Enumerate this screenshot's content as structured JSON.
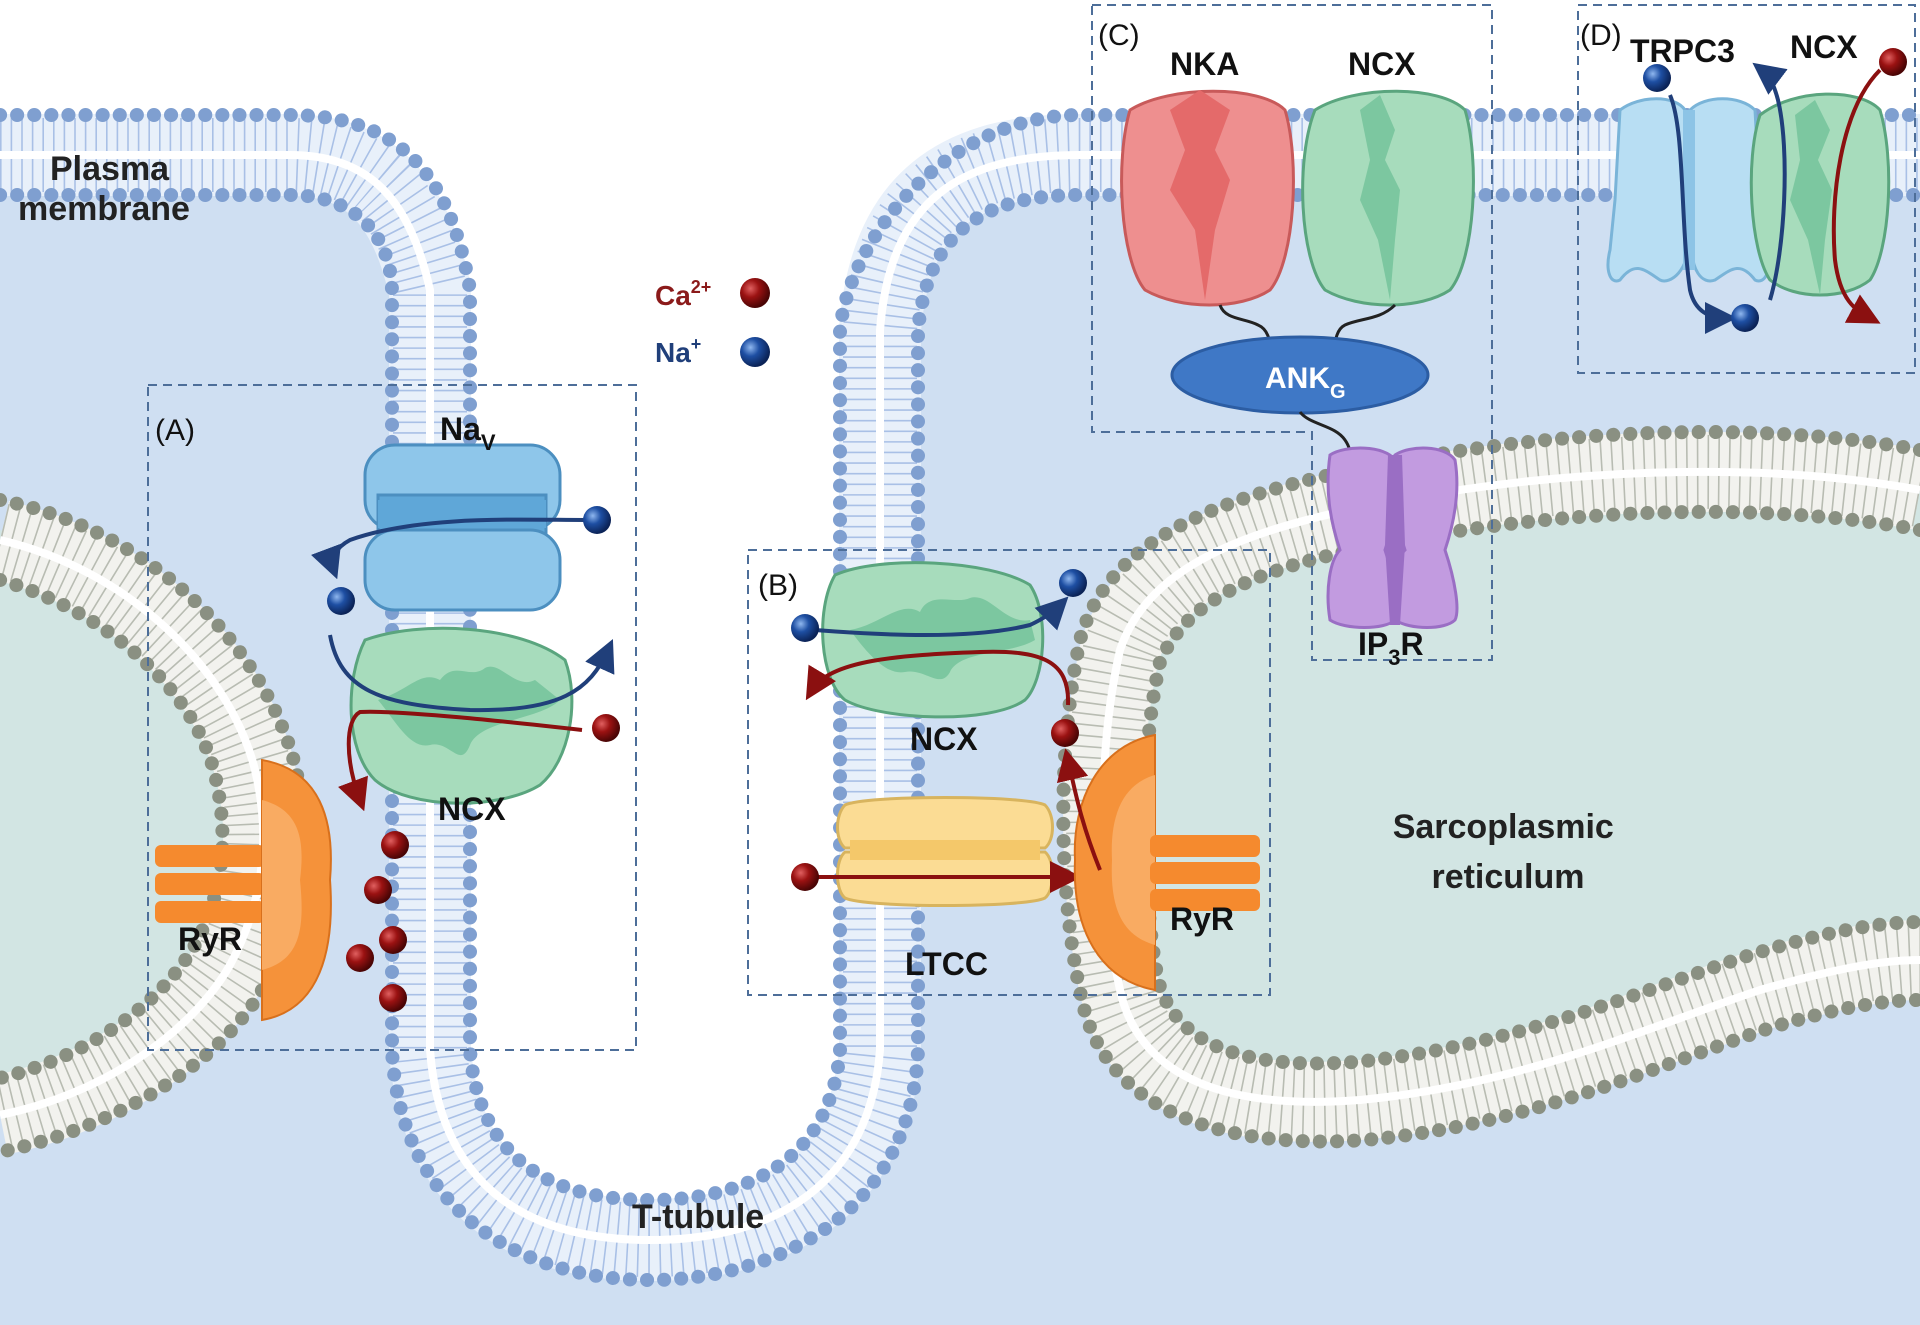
{
  "labels": {
    "plasma_membrane_line1": "Plasma",
    "plasma_membrane_line2": "membrane",
    "t_tubule": "T-tubule",
    "sr_line1": "Sarcoplasmic",
    "sr_line2": "reticulum",
    "legend_ca": "Ca",
    "legend_ca_sup": "2+",
    "legend_na": "Na",
    "legend_na_sup": "+"
  },
  "panels": {
    "A": {
      "tag": "(A)",
      "nav": "Na",
      "nav_sub": "V",
      "ncx": "NCX",
      "ryr": "RyR"
    },
    "B": {
      "tag": "(B)",
      "ncx": "NCX",
      "ltcc": "LTCC",
      "ryr": "RyR"
    },
    "C": {
      "tag": "(C)",
      "nka": "NKA",
      "ncx": "NCX",
      "ank": "ANK",
      "ank_sub": "G",
      "ip3r": "IP",
      "ip3r_sub": "3",
      "ip3r_end": "R"
    },
    "D": {
      "tag": "(D)",
      "trpc3": "TRPC3",
      "ncx": "NCX"
    }
  },
  "colors": {
    "cytosol": "#cfdff2",
    "membrane_head": "#7f9fd0",
    "sr_head": "#8a9082",
    "sr_lumen": "#d2e5e3",
    "ca_ion": "#9b1212",
    "na_ion": "#1e4fa3",
    "ca_arrow": "#8b1010",
    "na_arrow": "#203f7a",
    "ncx": "#a7dcbc",
    "nka": "#ee8f8f",
    "nav": "#8ec6ea",
    "ryr": "#f5923a",
    "ltcc": "#fbdc94",
    "ip3r": "#c29be0",
    "ank": "#3f78c6",
    "trpc3": "#b8def3"
  }
}
